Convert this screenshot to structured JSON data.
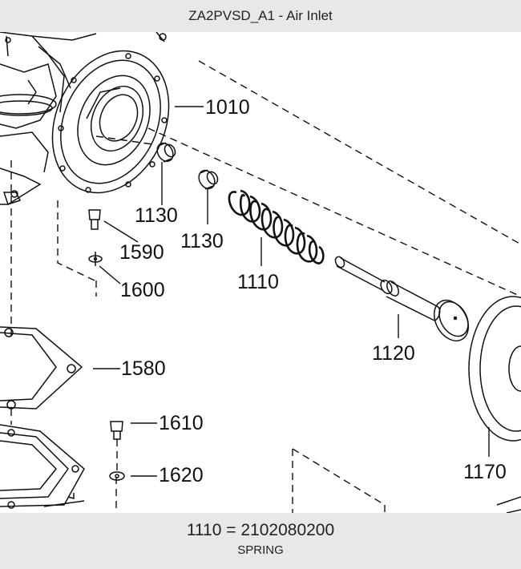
{
  "title": "ZA2PVSD_A1 - Air Inlet",
  "callouts": {
    "c1010": "1010",
    "c1130a": "1130",
    "c1130b": "1130",
    "c1590": "1590",
    "c1600": "1600",
    "c1110": "1110",
    "c1120": "1120",
    "c1580": "1580",
    "c1610": "1610",
    "c1620": "1620",
    "c1170": "1170"
  },
  "selected_part": {
    "number": "1110",
    "separator": "=",
    "part_code": "2102080200",
    "description": "SPRING"
  }
}
